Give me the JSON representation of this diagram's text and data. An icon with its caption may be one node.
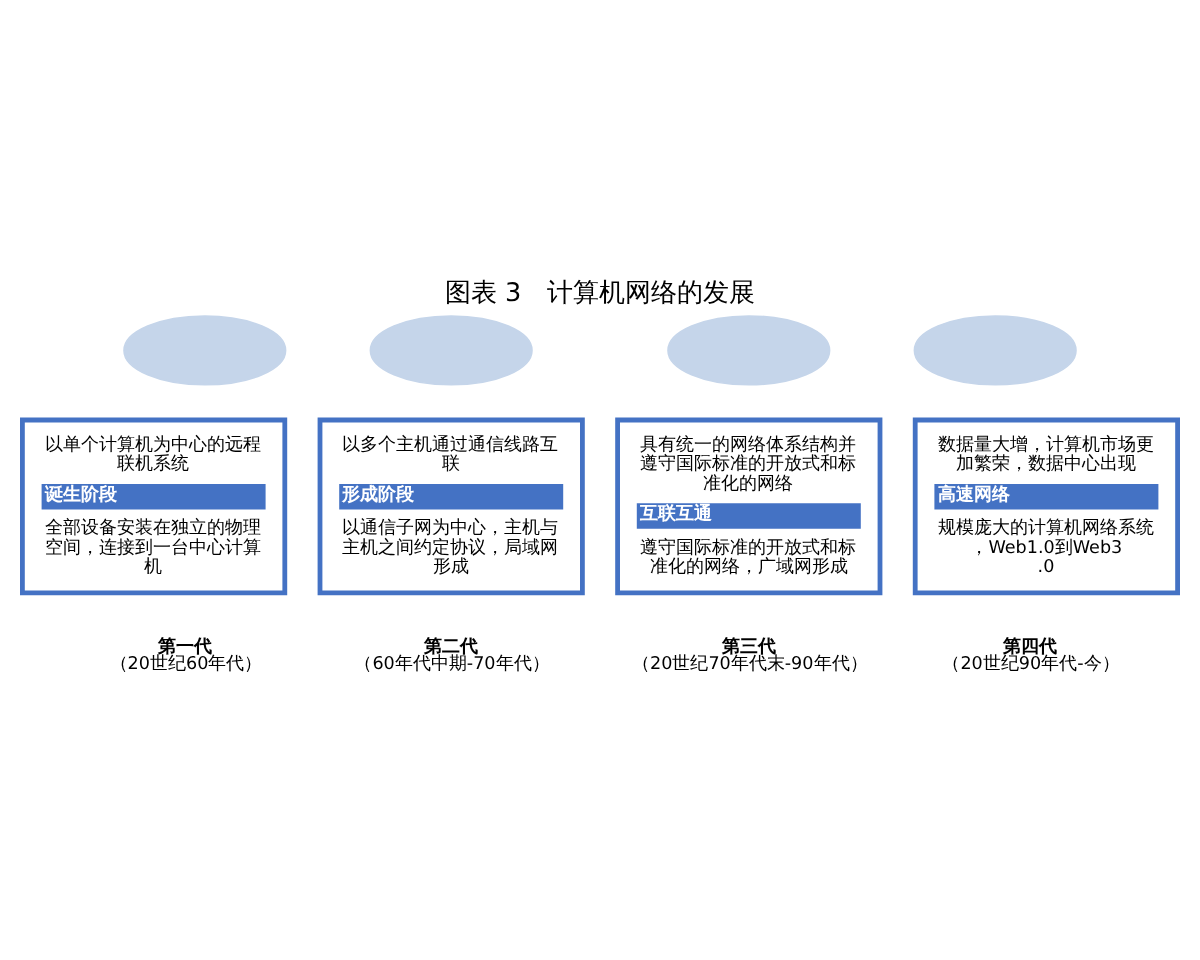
{
  "diagram": {
    "title": "图表 3　计算机网络的发展",
    "nodes": [
      {
        "text": [],
        "shape": "ellipse"
      },
      {
        "text": [],
        "shape": "ellipse"
      },
      {
        "text": [],
        "shape": "ellipse"
      },
      {
        "text": [],
        "shape": "ellipse"
      },
      {
        "text": [
          "以单个计算机为中心的远程联机系统",
          "诞生阶段",
          "全部设备安装在独立的物理空间，连接到一台中心计算机"
        ]
      },
      {
        "text": [
          "以多个主机通过通信线路互联",
          "形成阶段",
          "以通信子网为中心，主机与主机之间约定协议，局域网形成"
        ]
      },
      {
        "text": [
          "具有统一的网络体系结构并遵守国际标准的开放式和标准化的网络",
          "互联互通",
          "遵守国际标准的开放式和标准化的网络，广域网形成"
        ]
      },
      {
        "text": [
          "数据量大增，计算机市场更加繁荣，数据中心出现",
          "高速网络",
          "规模庞大的计算机网络系统，Web1.0到Web3.0"
        ]
      }
    ],
    "labels": [
      "第一代",
      "（20世纪60年代）",
      "第二代",
      "（60年代中期-70年代）",
      "第三代",
      "（20世纪70年代末-90年代）",
      "第四代",
      "（20世纪90年代-今）"
    ]
  }
}
